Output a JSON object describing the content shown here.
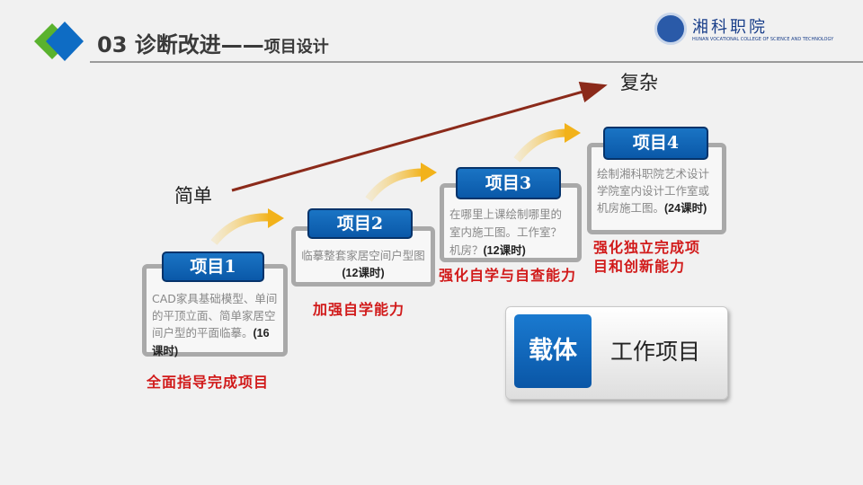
{
  "header": {
    "number": "03",
    "title": "诊断改进——",
    "subtitle": "项目设计",
    "college_logo": "湘科职院 HUNAN VOCATIONAL COLLEGE OF SCIENCE AND TECHNOLOGY"
  },
  "axis": {
    "start": "简单",
    "end": "复杂"
  },
  "projects": [
    {
      "title": "项目1",
      "desc": "CAD家具基础模型、单间的平顶立面、简单家居空间户型的平面临摹。",
      "hours": "(16课时)",
      "goal": "全面指导完成项目"
    },
    {
      "title": "项目2",
      "desc": "临摹整套家居空间户型图",
      "hours": "(12课时)",
      "goal": "加强自学能力"
    },
    {
      "title": "项目3",
      "desc": "在哪里上课绘制哪里的室内施工图。工作室？机房？",
      "hours": "(12课时)",
      "goal": "强化自学与自查能力"
    },
    {
      "title": "项目4",
      "desc": "绘制湘科职院艺术设计学院室内设计工作室或机房施工图。",
      "hours": "(24课时)",
      "goal": "强化独立完成项目和创新能力"
    }
  ],
  "carrier": {
    "label": "载体",
    "value": "工作项目"
  },
  "colors": {
    "blue": "#0a62b5",
    "red": "#d11a1a",
    "green": "#5ab22e",
    "arrow": "#8b2a1a"
  }
}
